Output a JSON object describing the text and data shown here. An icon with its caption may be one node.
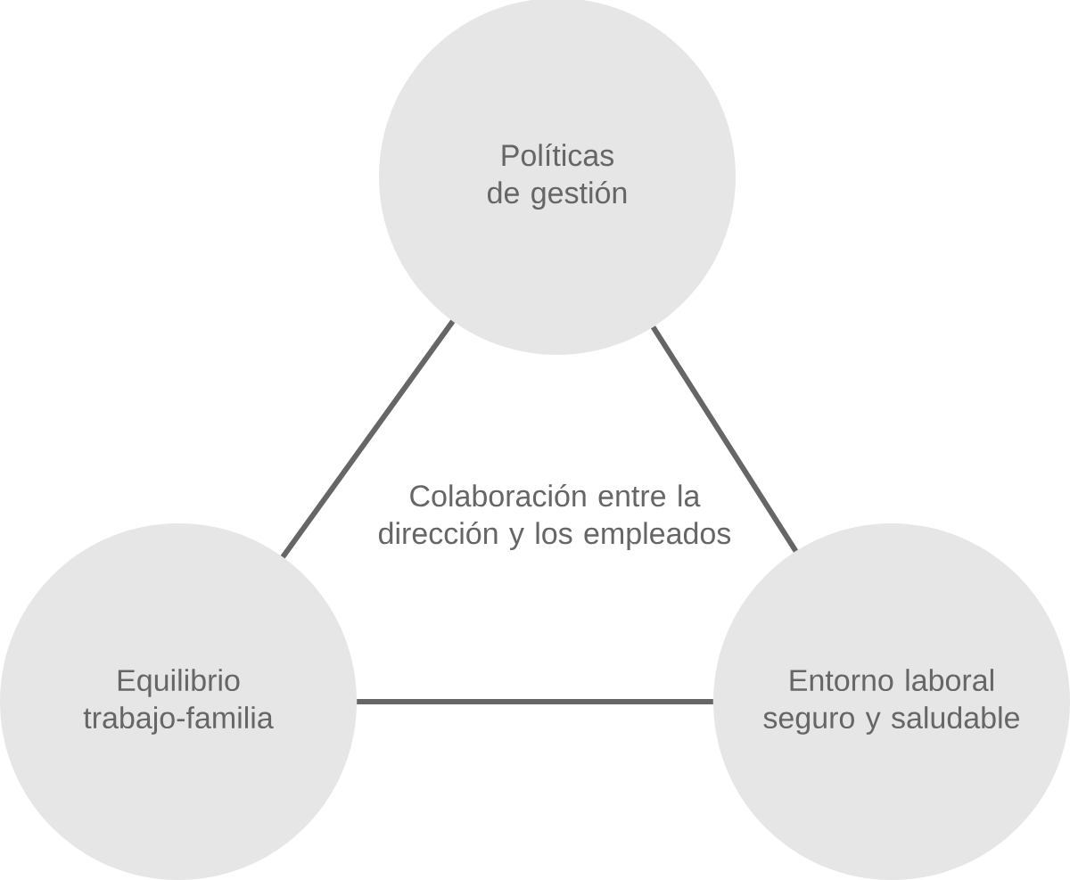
{
  "diagram": {
    "nodes": [
      {
        "text": [
          "Políticas de gestión"
        ]
      },
      {
        "text": [
          "Equilibrio trabajo-familia"
        ]
      },
      {
        "text": [
          "Entorno laboral seguro y saludable"
        ]
      }
    ],
    "edges": [
      {
        "from": 0,
        "to": 1,
        "arrow": "none"
      },
      {
        "from": 0,
        "to": 2,
        "arrow": "none"
      },
      {
        "from": 1,
        "to": 2,
        "arrow": "none"
      }
    ],
    "labels": [
      "Colaboración entre la dirección y los empleados"
    ]
  }
}
